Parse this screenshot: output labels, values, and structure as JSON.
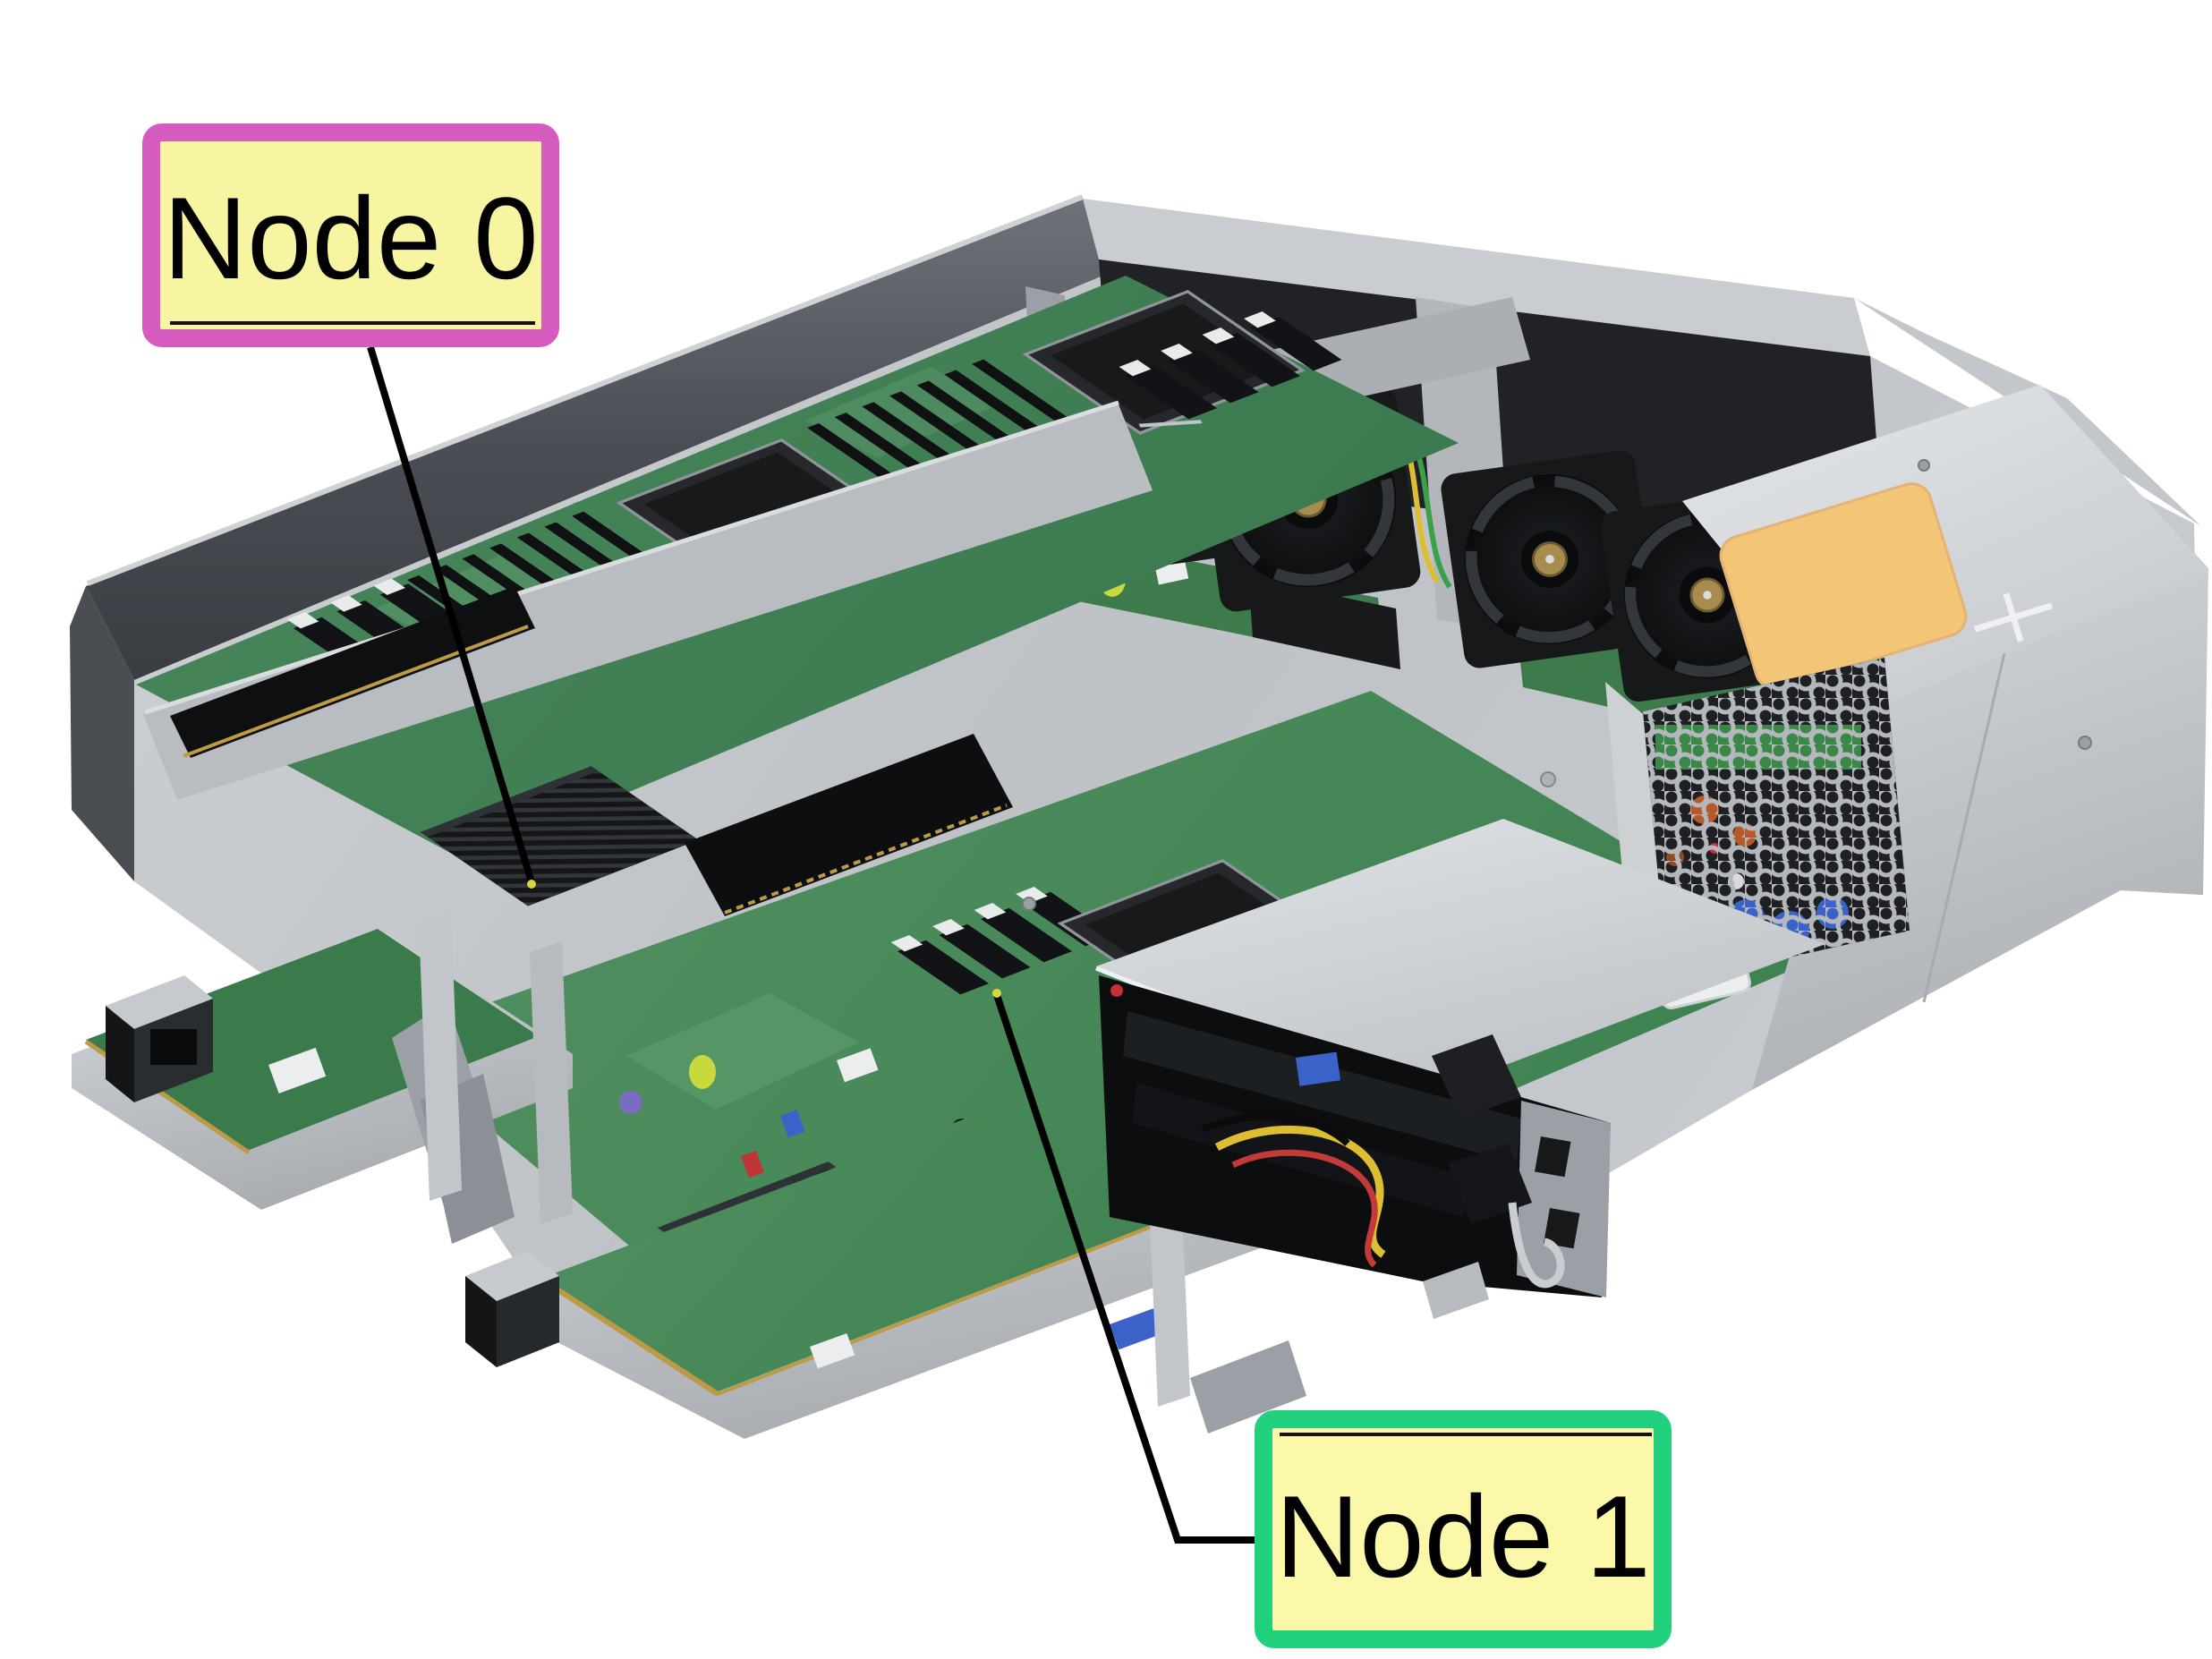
{
  "figure": {
    "type": "annotated-photo",
    "subject": "Dual-node 1U server chassis interior viewed from the front-left at an angle, with two node motherboard trays partially slid out, rear cooling fans, power supply with orange label and hex vent, and a front drive cage"
  },
  "labels": {
    "node0": {
      "text": "Node 0",
      "fill": "#f8f5a2",
      "border": "#d55cbe",
      "text_color": "#000000",
      "points_to": "chipset heatsink on rear node board (Node 0)"
    },
    "node1": {
      "text": "Node 1",
      "fill": "#fbf8aa",
      "border": "#22d17e",
      "text_color": "#000000",
      "points_to": "connector cluster on front node board (Node 1)"
    }
  },
  "leader": {
    "color": "#000000",
    "tip_color": "#d9d53c"
  },
  "palette": {
    "metal_light": "#d3d6d9",
    "metal_mid": "#b5b9bd",
    "metal_dark": "#8d9195",
    "wall_dark": "#42464b",
    "part_black": "#131518",
    "pcb": "#47855a",
    "pcb_dark": "#3a7a4b",
    "fan_hub": "#a88c4e",
    "psu_label": "#f3c577",
    "vent_dark": "#1e2023",
    "cable_yellow": "#ddbe33",
    "cable_red": "#c23a3a",
    "connector_blue": "#3b62c8",
    "standoff_lime": "#c8d93e",
    "gold": "#bd9a45",
    "led_red": "#c23232",
    "white_part": "#ecedee",
    "leader": "#000000",
    "tip": "#d9d53c",
    "background": "#ffffff"
  }
}
